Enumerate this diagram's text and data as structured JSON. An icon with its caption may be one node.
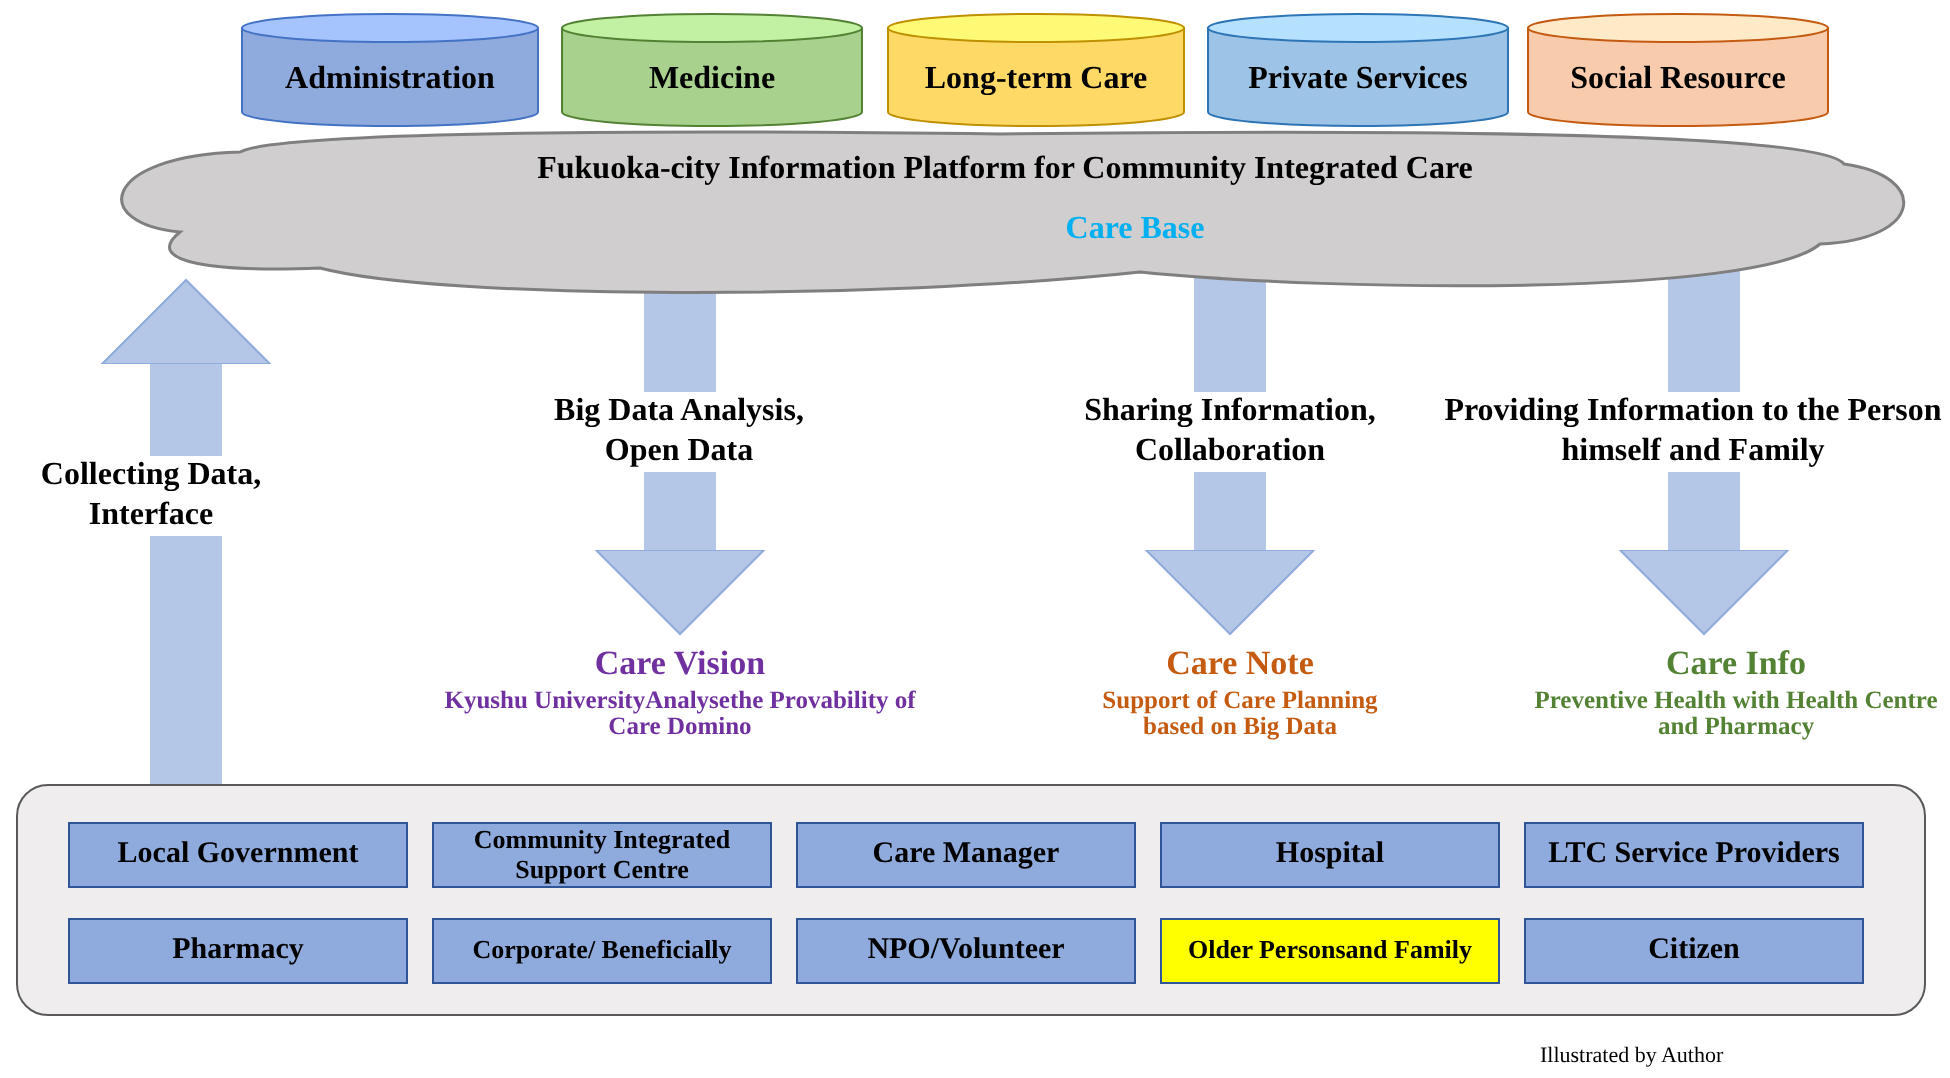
{
  "diagram": {
    "caption": "Illustrated by Author",
    "nodes": [
      {
        "text": [
          "Fukuoka-city Information Platform for Community Integrated Care",
          "Care Base"
        ]
      },
      {
        "text": [
          "Administration"
        ]
      },
      {
        "text": [
          "Medicine"
        ]
      },
      {
        "text": [
          "Long-term Care"
        ]
      },
      {
        "text": [
          "Private Services"
        ]
      },
      {
        "text": [
          "Social Resource"
        ]
      },
      {
        "text": [
          "Care Vision",
          "Kyushu UniversityAnalysethe Provability of Care Domino"
        ]
      },
      {
        "text": [
          "Care Note",
          "Support of Care Planning based on Big Data"
        ]
      },
      {
        "text": [
          "Care Info",
          "Preventive Health with Health Centre and Pharmacy"
        ]
      },
      {
        "text": [],
        "shape": "box"
      },
      {
        "text": [
          "Local Government"
        ],
        "in": 9
      },
      {
        "text": [
          "Community Integrated Support Centre"
        ],
        "in": 9
      },
      {
        "text": [
          "Care Manager"
        ],
        "in": 9
      },
      {
        "text": [
          "Hospital"
        ],
        "in": 9
      },
      {
        "text": [
          "LTC Service Providers"
        ],
        "in": 9
      },
      {
        "text": [
          "Pharmacy"
        ],
        "in": 9
      },
      {
        "text": [
          "Corporate/ Beneficially"
        ],
        "in": 9
      },
      {
        "text": [
          "NPO/Volunteer"
        ],
        "in": 9
      },
      {
        "text": [
          "Older Personsand Family"
        ],
        "in": 9
      },
      {
        "text": [
          "Citizen"
        ],
        "in": 9
      }
    ],
    "edges": [
      {
        "from": 9,
        "to": 0,
        "arrow": "to",
        "label": "Collecting Data, Interface"
      },
      {
        "from": 0,
        "to": 6,
        "arrow": "to",
        "label": "Big Data Analysis, Open Data"
      },
      {
        "from": 0,
        "to": 7,
        "arrow": "to",
        "label": "Sharing Information, Collaboration"
      },
      {
        "from": 0,
        "to": 8,
        "arrow": "to",
        "label": "Providing Information to the Person himself and Family"
      }
    ]
  }
}
